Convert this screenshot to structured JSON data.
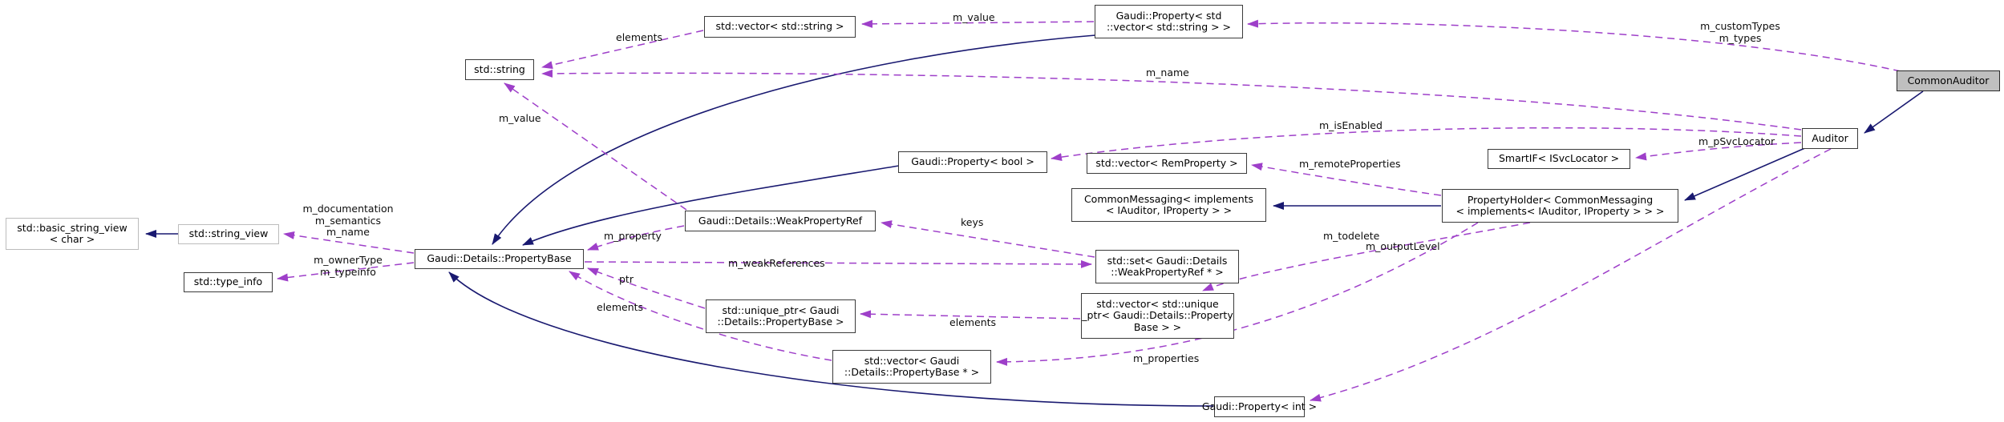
{
  "diagram": {
    "kind": "doxygen-collaboration-graph",
    "focus_class": "CommonAuditor"
  },
  "colors": {
    "inheritance_edge": "#191970",
    "usage_edge": "#9e3fc9",
    "node_border": "#3b3b3b",
    "external_node_border": "#bcbcbc",
    "focus_node_fill": "#bfbfbf",
    "background": "#ffffff"
  },
  "nodes": [
    {
      "id": "basic_string_view",
      "label": [
        "std::basic_string_view",
        "< char >"
      ]
    },
    {
      "id": "string_view",
      "label": [
        "std::string_view"
      ]
    },
    {
      "id": "type_info",
      "label": [
        "std::type_info"
      ]
    },
    {
      "id": "property_base",
      "label": [
        "Gaudi::Details::PropertyBase"
      ]
    },
    {
      "id": "std_string",
      "label": [
        "std::string"
      ]
    },
    {
      "id": "vector_string",
      "label": [
        "std::vector< std::string >"
      ]
    },
    {
      "id": "property_vector_string",
      "label": [
        "Gaudi::Property< std",
        "::vector< std::string > >"
      ]
    },
    {
      "id": "property_bool",
      "label": [
        "Gaudi::Property< bool >"
      ]
    },
    {
      "id": "vector_remproperty",
      "label": [
        "std::vector< RemProperty >"
      ]
    },
    {
      "id": "common_messaging",
      "label": [
        "CommonMessaging< implements",
        "< IAuditor, IProperty > >"
      ]
    },
    {
      "id": "weak_property_ref",
      "label": [
        "Gaudi::Details::WeakPropertyRef"
      ]
    },
    {
      "id": "std_set",
      "label": [
        "std::set< Gaudi::Details",
        "::WeakPropertyRef * >"
      ]
    },
    {
      "id": "unique_ptr",
      "label": [
        "std::unique_ptr< Gaudi",
        "::Details::PropertyBase >"
      ]
    },
    {
      "id": "vector_unique_ptr",
      "label": [
        "std::vector< std::unique",
        "_ptr< Gaudi::Details::Property",
        "Base > >"
      ]
    },
    {
      "id": "vector_propertybase_ptr",
      "label": [
        "std::vector< Gaudi",
        "::Details::PropertyBase * >"
      ]
    },
    {
      "id": "property_int",
      "label": [
        "Gaudi::Property< int >"
      ]
    },
    {
      "id": "property_holder",
      "label": [
        "PropertyHolder< CommonMessaging",
        "< implements< IAuditor, IProperty > > >"
      ]
    },
    {
      "id": "smartif",
      "label": [
        "SmartIF< ISvcLocator >"
      ]
    },
    {
      "id": "auditor",
      "label": [
        "Auditor"
      ]
    },
    {
      "id": "common_auditor",
      "label": [
        "CommonAuditor"
      ]
    }
  ],
  "edge_labels": [
    {
      "id": "elements-top",
      "lines": [
        "elements"
      ]
    },
    {
      "id": "m-value-top",
      "lines": [
        "m_value"
      ]
    },
    {
      "id": "m-customtypes",
      "lines": [
        "m_customTypes",
        "m_types"
      ]
    },
    {
      "id": "m-name-top",
      "lines": [
        "m_name"
      ]
    },
    {
      "id": "m-value-left",
      "lines": [
        "m_value"
      ]
    },
    {
      "id": "m-isenabled",
      "lines": [
        "m_isEnabled"
      ]
    },
    {
      "id": "m-psvclocator",
      "lines": [
        "m_pSvcLocator"
      ]
    },
    {
      "id": "m-remoteproperties",
      "lines": [
        "m_remoteProperties"
      ]
    },
    {
      "id": "m-property",
      "lines": [
        "m_property"
      ]
    },
    {
      "id": "keys",
      "lines": [
        "keys"
      ]
    },
    {
      "id": "m-weakreferences",
      "lines": [
        "m_weakReferences"
      ]
    },
    {
      "id": "m-doc-sem-name",
      "lines": [
        "m_documentation",
        "m_semantics",
        "m_name"
      ]
    },
    {
      "id": "m-ownertype-typeinfo",
      "lines": [
        "m_ownerType",
        "m_typeinfo"
      ]
    },
    {
      "id": "ptr",
      "lines": [
        "ptr"
      ]
    },
    {
      "id": "elements-left",
      "lines": [
        "elements"
      ]
    },
    {
      "id": "elements-right",
      "lines": [
        "elements"
      ]
    },
    {
      "id": "m-todelete",
      "lines": [
        "m_todelete"
      ]
    },
    {
      "id": "m-properties",
      "lines": [
        "m_properties"
      ]
    },
    {
      "id": "m-outputlevel",
      "lines": [
        "m_outputLevel"
      ]
    }
  ]
}
